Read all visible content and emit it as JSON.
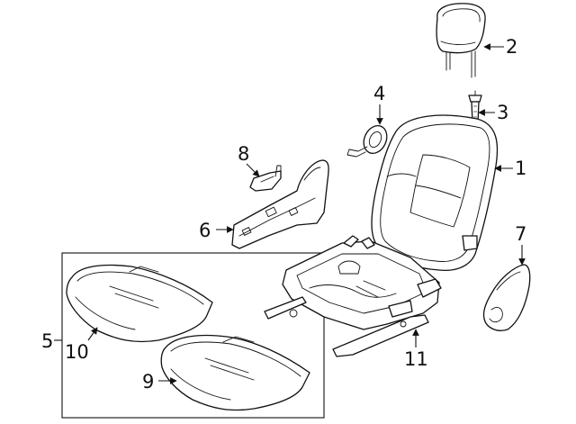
{
  "callouts": {
    "c1": "1",
    "c2": "2",
    "c3": "3",
    "c4": "4",
    "c5": "5",
    "c6": "6",
    "c7": "7",
    "c8": "8",
    "c9": "9",
    "c10": "10",
    "c11": "11"
  },
  "colors": {
    "line": "#111111",
    "background": "#ffffff"
  }
}
